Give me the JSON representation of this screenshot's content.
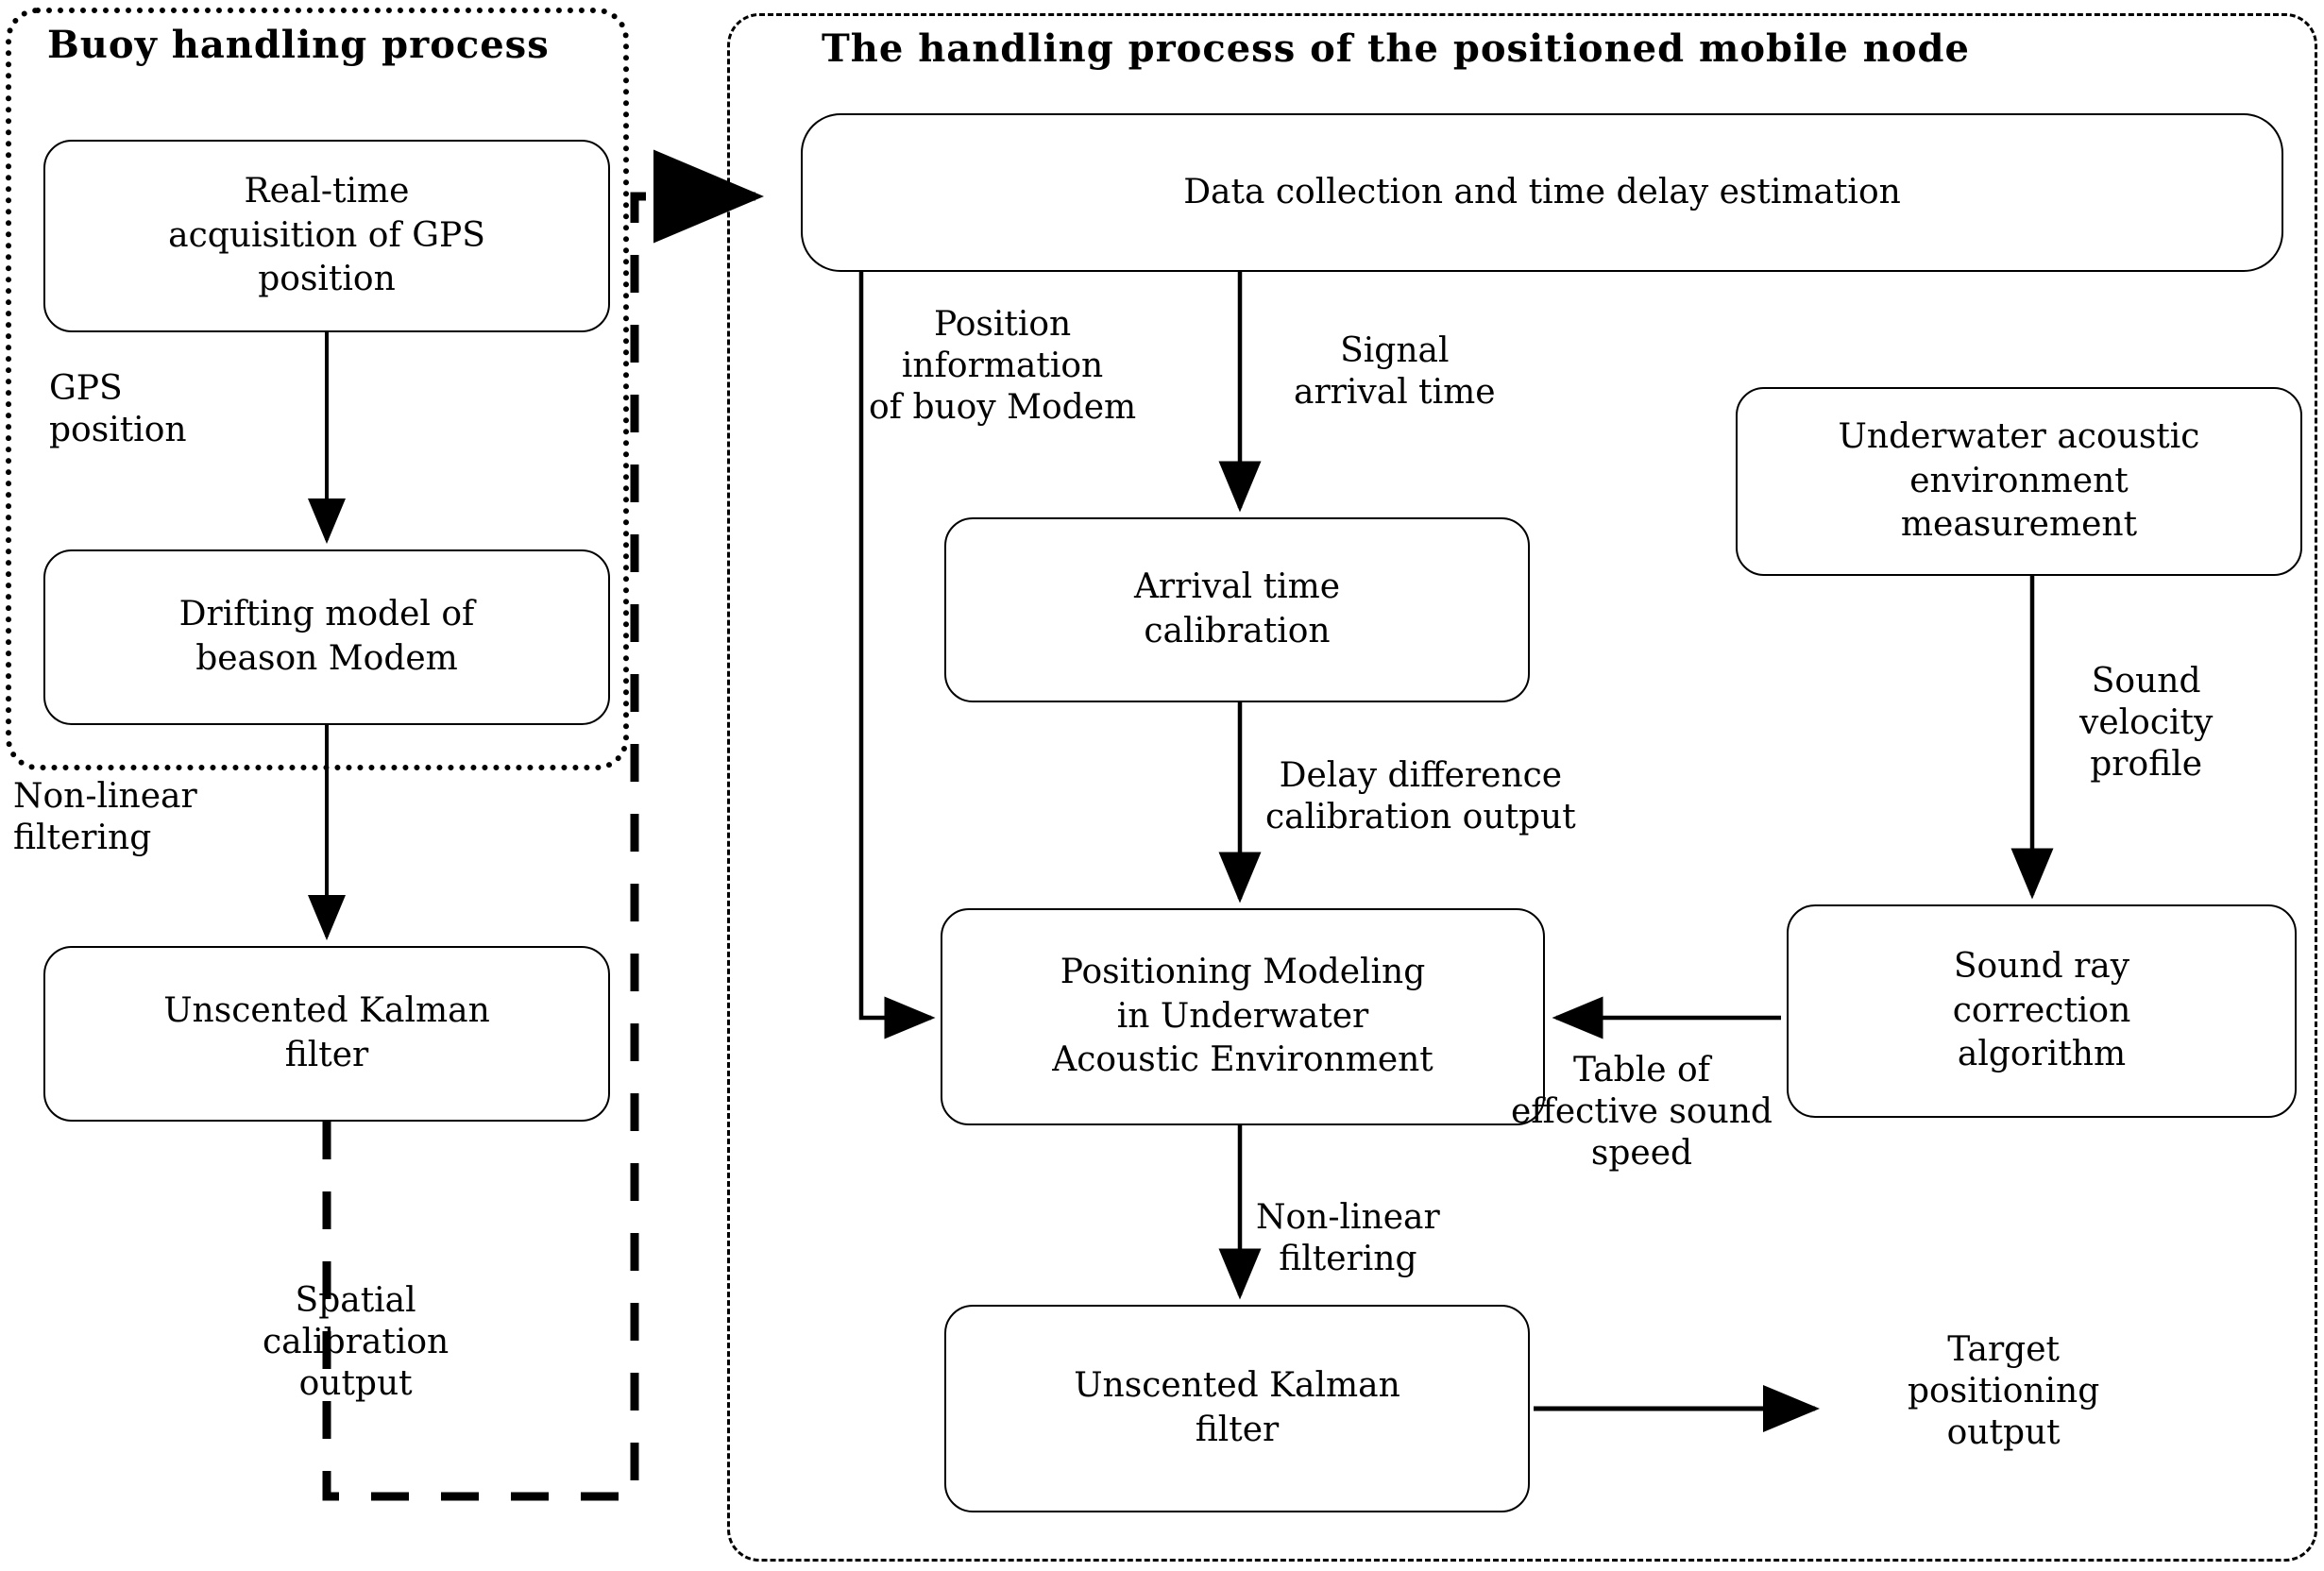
{
  "diagram": {
    "panels": [
      {
        "id": "buoy",
        "title": "Buoy handling process",
        "border": "dotted"
      },
      {
        "id": "mobile-node",
        "title": "The handling process of the positioned mobile node",
        "border": "dashed"
      }
    ],
    "nodes": [
      {
        "id": "gps",
        "panel": "buoy",
        "label": "Real-time\nacquisition of GPS\nposition"
      },
      {
        "id": "drift",
        "panel": "buoy",
        "label": "Drifting model of\nbeason Modem"
      },
      {
        "id": "ukf_left",
        "panel": "buoy",
        "label": "Unscented Kalman\nfilter"
      },
      {
        "id": "data",
        "panel": "mobile-node",
        "label": "Data collection and time delay estimation"
      },
      {
        "id": "arrival",
        "panel": "mobile-node",
        "label": "Arrival time\ncalibration"
      },
      {
        "id": "uwenv",
        "panel": "mobile-node",
        "label": "Underwater acoustic\nenvironment\nmeasurement"
      },
      {
        "id": "posmodel",
        "panel": "mobile-node",
        "label": "Positioning Modeling\nin Underwater\nAcoustic Environment"
      },
      {
        "id": "soundray",
        "panel": "mobile-node",
        "label": "Sound ray\ncorrection\nalgorithm"
      },
      {
        "id": "ukf_right",
        "panel": "mobile-node",
        "label": "Unscented Kalman\nfilter"
      }
    ],
    "edge_labels": [
      {
        "id": "gps_position",
        "from": "gps",
        "to": "drift",
        "label": "GPS\nposition"
      },
      {
        "id": "nonlinear_left",
        "from": "drift",
        "to": "ukf_left",
        "label": "Non-linear\nfiltering"
      },
      {
        "id": "spatial_output",
        "from": "ukf_left",
        "to": "data",
        "label": "Spatial\ncalibration\noutput"
      },
      {
        "id": "position_info",
        "from": "data",
        "to": "posmodel",
        "label": "Position\ninformation\nof buoy Modem"
      },
      {
        "id": "signal_arrival",
        "from": "data",
        "to": "arrival",
        "label": "Signal\narrival time"
      },
      {
        "id": "delay_difference",
        "from": "arrival",
        "to": "posmodel",
        "label": "Delay difference\ncalibration output"
      },
      {
        "id": "sound_velocity",
        "from": "uwenv",
        "to": "soundray",
        "label": "Sound\nvelocity\nprofile"
      },
      {
        "id": "table_sound_speed",
        "from": "soundray",
        "to": "posmodel",
        "label": "Table of\neffective sound\nspeed"
      },
      {
        "id": "nonlinear_right",
        "from": "posmodel",
        "to": "ukf_right",
        "label": "Non-linear\nfiltering"
      },
      {
        "id": "target_output",
        "from": "ukf_right",
        "to": null,
        "label": "Target\npositioning\noutput"
      }
    ],
    "colors": {
      "stroke": "#000000",
      "background": "#ffffff"
    }
  }
}
